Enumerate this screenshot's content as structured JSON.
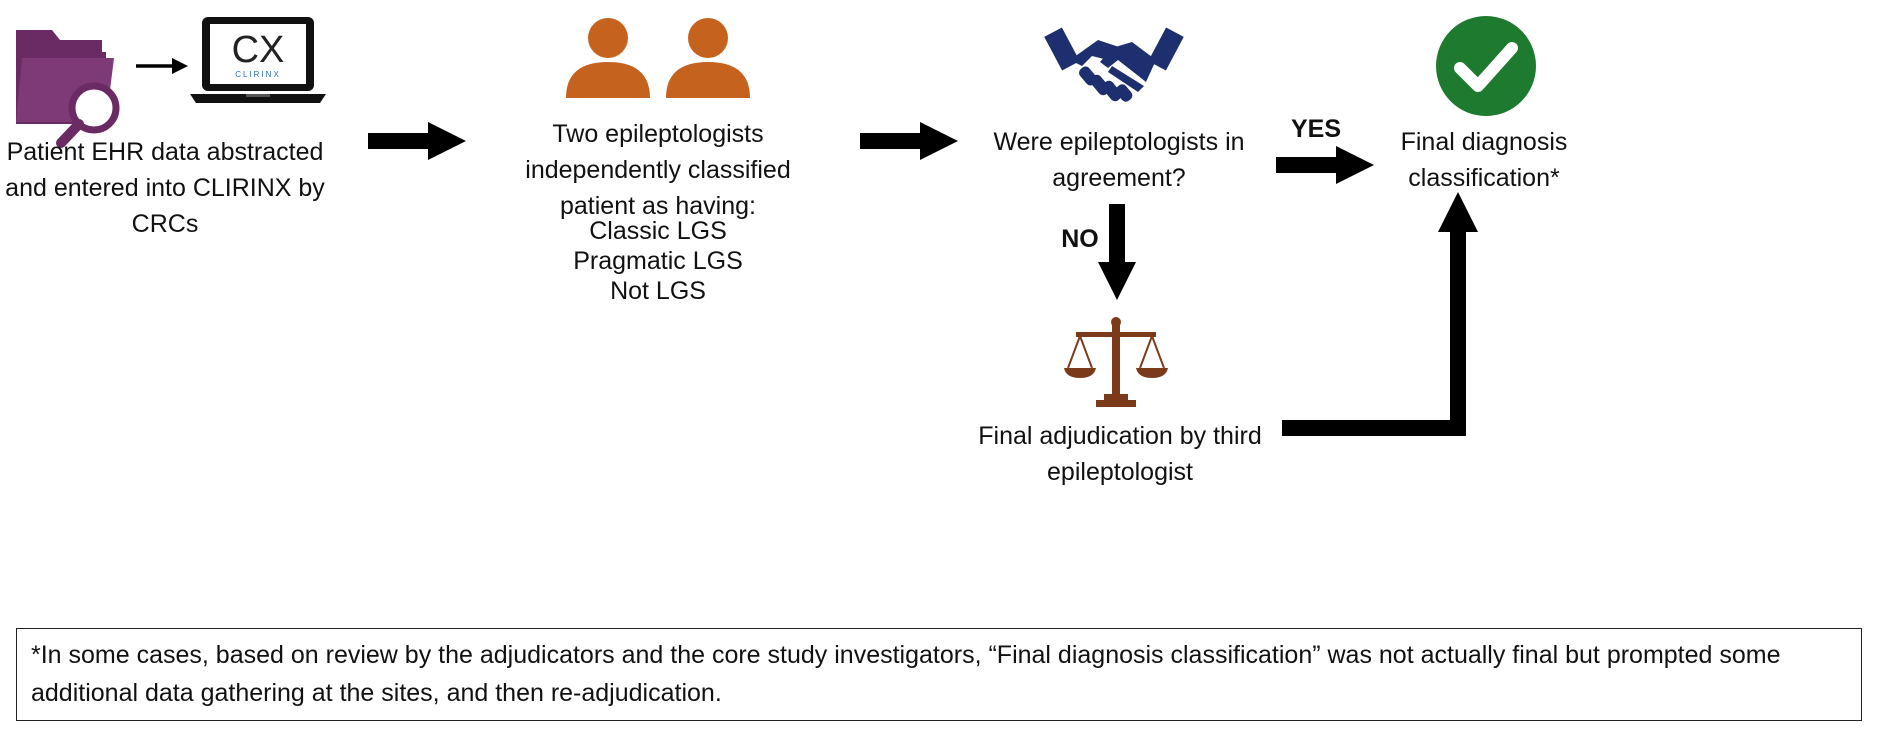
{
  "colors": {
    "folder": "#6a2a63",
    "people": "#c5621e",
    "handshake": "#1d2f6e",
    "check_circle": "#1e7a2e",
    "scale": "#7b3b1a",
    "arrows": "#000000"
  },
  "icons": {
    "folder": "folder-search-icon",
    "laptop": "laptop-icon",
    "people": "people-icon",
    "handshake": "handshake-icon",
    "check": "checkmark-circle-icon",
    "scale": "scale-of-justice-icon"
  },
  "laptop_logo": {
    "mark": "CX",
    "word": "CLIRINX"
  },
  "step1": {
    "lines": [
      "Patient EHR data abstracted",
      "and entered into CLIRINX by",
      "CRCs"
    ]
  },
  "step2": {
    "lines": [
      "Two epileptologists",
      "independently classified",
      "patient as having:"
    ],
    "options": [
      "Classic LGS",
      "Pragmatic LGS",
      "Not LGS"
    ]
  },
  "step3": {
    "lines": [
      "Were epileptologists in",
      "agreement?"
    ]
  },
  "step4": {
    "lines": [
      "Final diagnosis",
      "classification*"
    ]
  },
  "step5": {
    "lines": [
      "Final adjudication by third",
      "epileptologist"
    ]
  },
  "labels": {
    "yes": "YES",
    "no": "NO"
  },
  "footnote": "*In some cases, based on review by the adjudicators and the core study investigators, “Final diagnosis classification” was not actually final but prompted some additional data gathering at the sites, and then re-adjudication."
}
